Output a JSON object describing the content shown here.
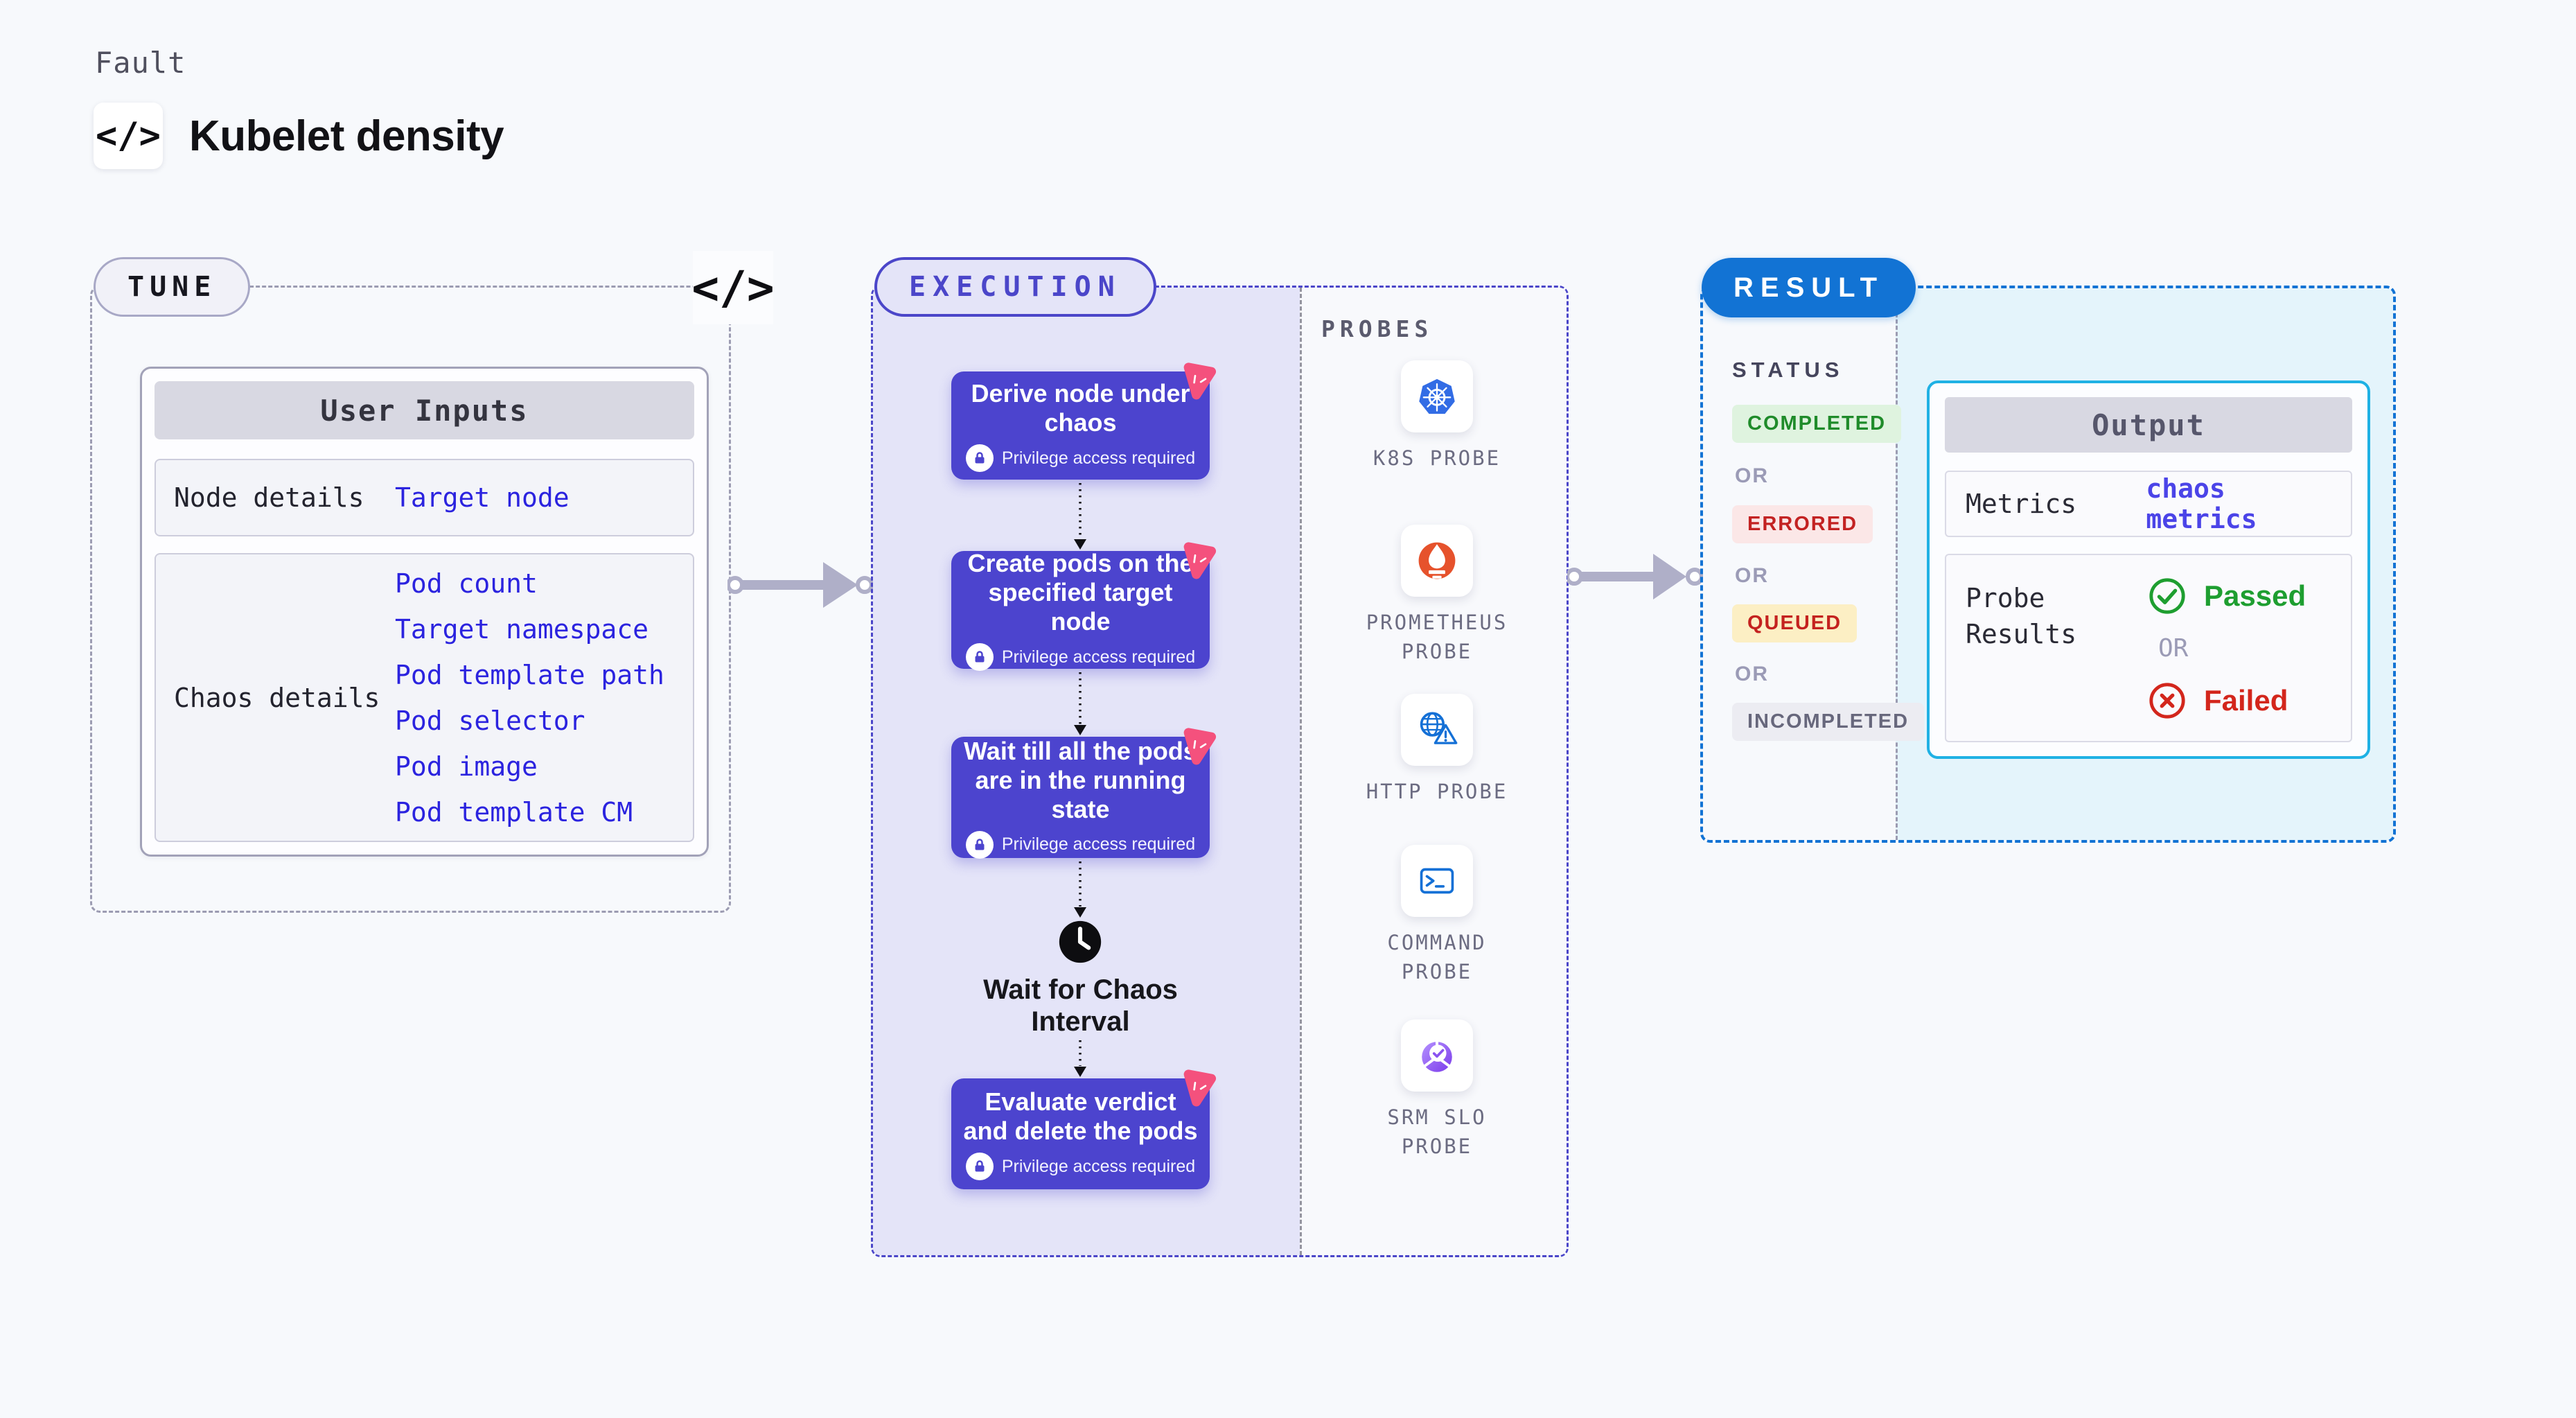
{
  "header": {
    "eyebrow": "Fault",
    "title": "Kubelet density",
    "code_glyph": "</>"
  },
  "tune": {
    "label": "TUNE",
    "code_glyph": "</>",
    "table": {
      "header": "User Inputs",
      "rows": [
        {
          "label": "Node details",
          "values": [
            "Target node"
          ]
        },
        {
          "label": "Chaos details",
          "values": [
            "Pod count",
            "Target namespace",
            "Pod template path",
            "Pod selector",
            "Pod image",
            "Pod template CM"
          ]
        }
      ]
    }
  },
  "execution": {
    "label": "EXECUTION",
    "steps": [
      {
        "title": "Derive node under chaos",
        "note": "Privilege access required"
      },
      {
        "title": "Create pods on the specified target node",
        "note": "Privilege access required"
      },
      {
        "title": "Wait till all the pods are in the running state",
        "note": "Privilege access required"
      }
    ],
    "wait_label": "Wait for Chaos Interval",
    "final_step": {
      "title": "Evaluate verdict and delete the pods",
      "note": "Privilege access required"
    }
  },
  "probes": {
    "label": "PROBES",
    "items": [
      {
        "name": "K8S PROBE",
        "icon": "kubernetes-icon"
      },
      {
        "name": "PROMETHEUS PROBE",
        "icon": "prometheus-icon"
      },
      {
        "name": "HTTP PROBE",
        "icon": "globe-warning-icon"
      },
      {
        "name": "COMMAND PROBE",
        "icon": "terminal-icon"
      },
      {
        "name": "SRM SLO PROBE",
        "icon": "slo-donut-check-icon"
      }
    ]
  },
  "result": {
    "label": "RESULT",
    "status": {
      "label": "STATUS",
      "separator": "OR",
      "badges": [
        {
          "text": "COMPLETED",
          "fg": "#1F8B2A",
          "bg": "#DFF3DF"
        },
        {
          "text": "ERRORED",
          "fg": "#C32222",
          "bg": "#FBE7E7"
        },
        {
          "text": "QUEUED",
          "fg": "#C4221F",
          "bg": "#FCEFC4"
        },
        {
          "text": "INCOMPLETED",
          "fg": "#67677C",
          "bg": "#ECECF2"
        }
      ]
    },
    "output": {
      "header": "Output",
      "metrics_label": "Metrics",
      "metrics_value": "chaos metrics",
      "probe_results_label": "Probe Results",
      "passed": "Passed",
      "or": "OR",
      "failed": "Failed"
    }
  },
  "colors": {
    "page_bg": "#F7F9FC",
    "step_purple": "#4C44CE",
    "lavender_panel": "#E4E4F8",
    "execution_border": "#4B46C9",
    "tune_border": "#9C9CB2",
    "result_blue": "#1273D4",
    "output_border": "#1FB1E4",
    "cyan_panel": "#E4F4FB",
    "link_blue": "#2B23DF",
    "metrics_blue": "#4B44E8",
    "pink_logo": "#F4517D",
    "arrow_gray": "#AFAFC8",
    "passed_green": "#1E9E30",
    "failed_red": "#D3261C"
  }
}
